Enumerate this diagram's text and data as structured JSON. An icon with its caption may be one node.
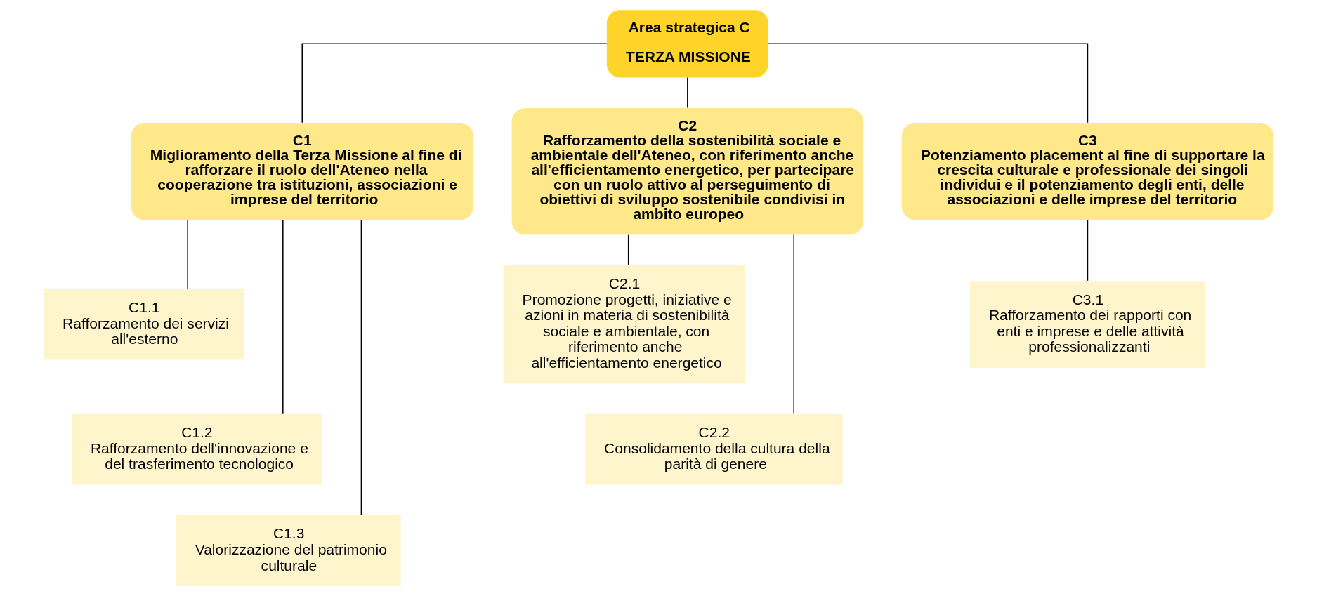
{
  "diagram": {
    "nodes": [
      {
        "text": [
          "Area strategica C",
          "TERZA MISSIONE"
        ]
      },
      {
        "text": [
          "C1",
          "Miglioramento della Terza Missione al fine di rafforzare il ruolo dell'Ateneo nella cooperazione tra istituzioni, associazioni e imprese del territorio"
        ]
      },
      {
        "text": [
          "C2",
          "Rafforzamento della sostenibilità sociale e ambientale dell'Ateneo, con riferimento anche all'efficientamento energetico, per partecipare con un ruolo attivo al perseguimento di obiettivi di sviluppo sostenibile condivisi in ambito europeo"
        ]
      },
      {
        "text": [
          "C3",
          "Potenziamento placement al fine di supportare la crescita culturale e professionale dei singoli individui e il potenziamento degli enti, delle associazioni e delle imprese del territorio"
        ]
      },
      {
        "text": [
          "C1.1",
          "Rafforzamento dei servizi all'esterno"
        ]
      },
      {
        "text": [
          "C1.2",
          "Rafforzamento dell'innovazione e del trasferimento tecnologico"
        ]
      },
      {
        "text": [
          "C1.3",
          "Valorizzazione del patrimonio culturale"
        ]
      },
      {
        "text": [
          "C2.1",
          "Promozione progetti, iniziative e azioni in materia di sostenibilità sociale e ambientale, con riferimento anche all'efficientamento energetico"
        ]
      },
      {
        "text": [
          "C2.2",
          "Consolidamento della cultura della parità di genere"
        ]
      },
      {
        "text": [
          "C3.1",
          "Rafforzamento dei rapporti con enti e imprese e delle attività professionalizzanti"
        ]
      }
    ],
    "edges": [
      {
        "from": 0,
        "to": 1,
        "arrow": "none"
      },
      {
        "from": 0,
        "to": 2,
        "arrow": "none"
      },
      {
        "from": 0,
        "to": 3,
        "arrow": "none"
      },
      {
        "from": 1,
        "to": 4,
        "arrow": "none"
      },
      {
        "from": 1,
        "to": 5,
        "arrow": "none"
      },
      {
        "from": 1,
        "to": 6,
        "arrow": "none"
      },
      {
        "from": 2,
        "to": 7,
        "arrow": "none"
      },
      {
        "from": 2,
        "to": 8,
        "arrow": "none"
      },
      {
        "from": 3,
        "to": 9,
        "arrow": "none"
      }
    ]
  }
}
